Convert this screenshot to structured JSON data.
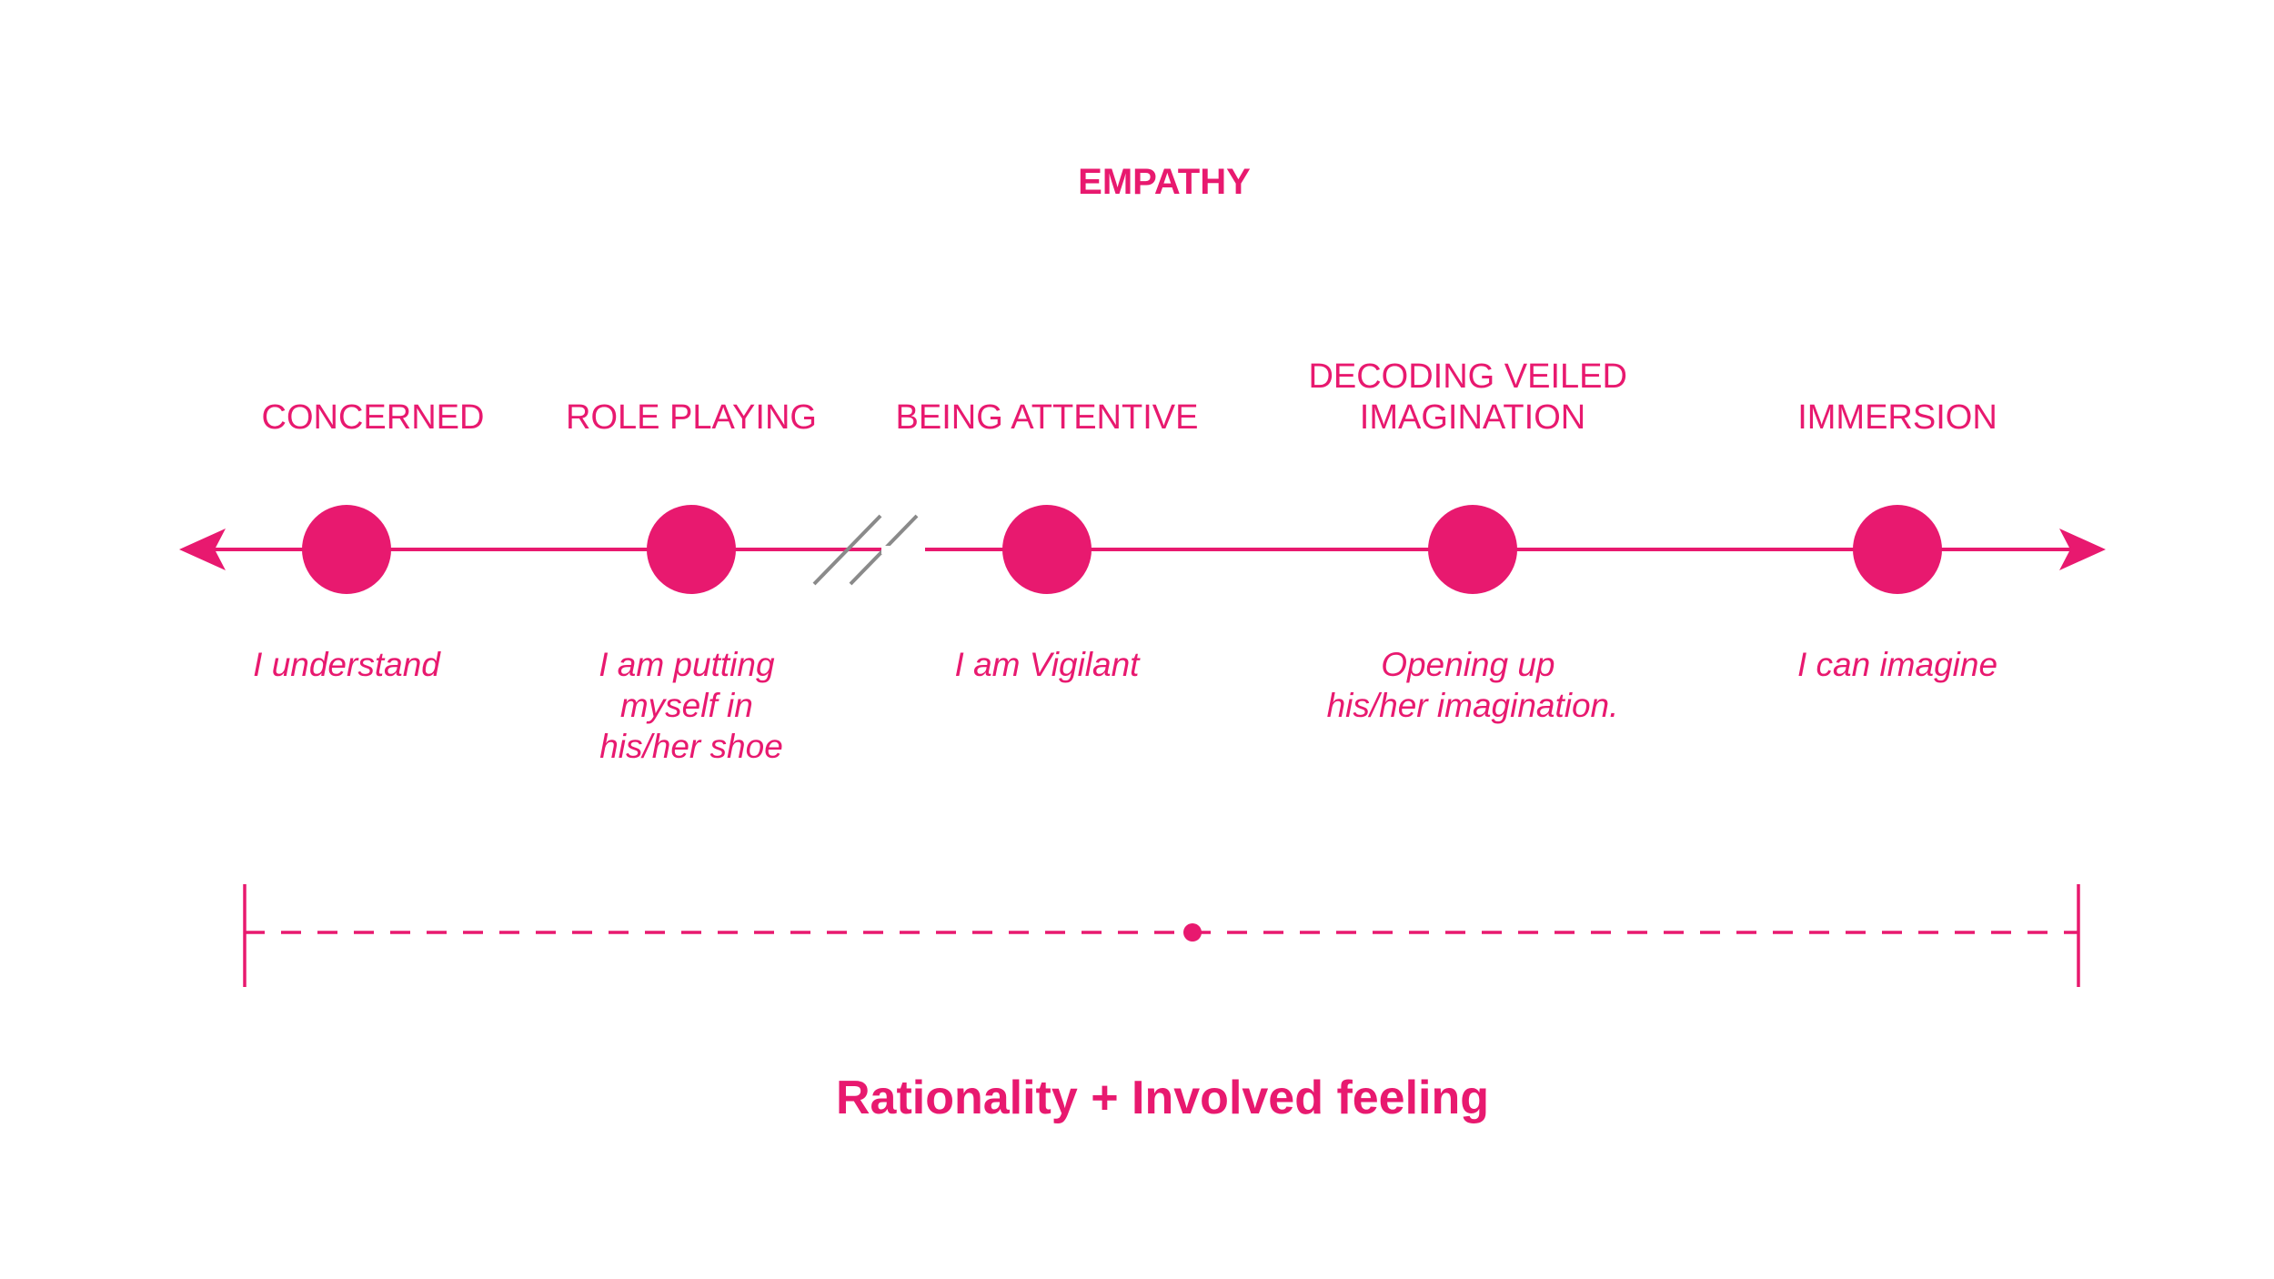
{
  "title": "EMPATHY",
  "colors": {
    "accent": "#E8196F",
    "break_mark": "#8A8A8A",
    "background": "#FFFFFF"
  },
  "stages": [
    {
      "label_lines": [
        "CONCERNED"
      ],
      "description_lines": [
        "I understand"
      ]
    },
    {
      "label_lines": [
        "ROLE PLAYING"
      ],
      "description_lines": [
        "I am putting",
        "myself in",
        "his/her shoe"
      ]
    },
    {
      "label_lines": [
        "BEING ATTENTIVE"
      ],
      "description_lines": [
        "I am Vigilant"
      ]
    },
    {
      "label_lines": [
        "DECODING VEILED",
        "IMAGINATION"
      ],
      "description_lines": [
        "Opening up",
        "his/her imagination."
      ]
    },
    {
      "label_lines": [
        "IMMERSION"
      ],
      "description_lines": [
        "I can imagine"
      ]
    }
  ],
  "scale_label": "Rationality + Involved feeling"
}
